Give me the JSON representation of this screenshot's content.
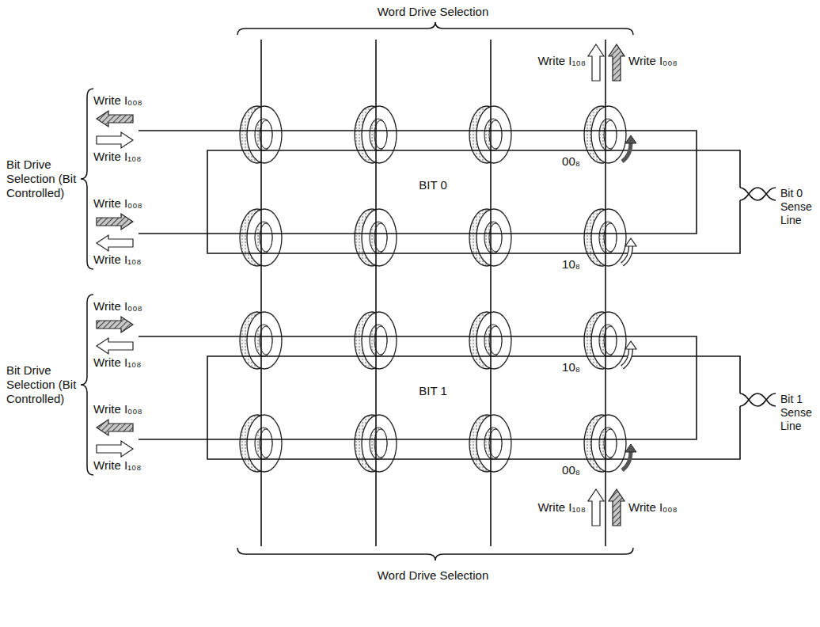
{
  "diagram": {
    "labels": [
      "Word Drive Selection",
      "Write I₁₀₈",
      "Write I₀₀₈",
      "Write I₀₀₈",
      "Bit Drive Selection (Bit Controlled)",
      "Write I₁₀₈",
      "Write I₀₀₈",
      "Write I₁₀₈",
      "BIT 0",
      "00₈",
      "Bit 0 Sense Line",
      "10₈",
      "Write I₀₀₈",
      "Bit Drive Selection (Bit Controlled)",
      "Write I₁₀₈",
      "Write I₀₀₈",
      "Write I₁₀₈",
      "BIT 1",
      "10₈",
      "Bit 1 Sense Line",
      "00₈",
      "Write I₁₀₈",
      "Write I₀₀₈",
      "Word Drive Selection"
    ]
  }
}
